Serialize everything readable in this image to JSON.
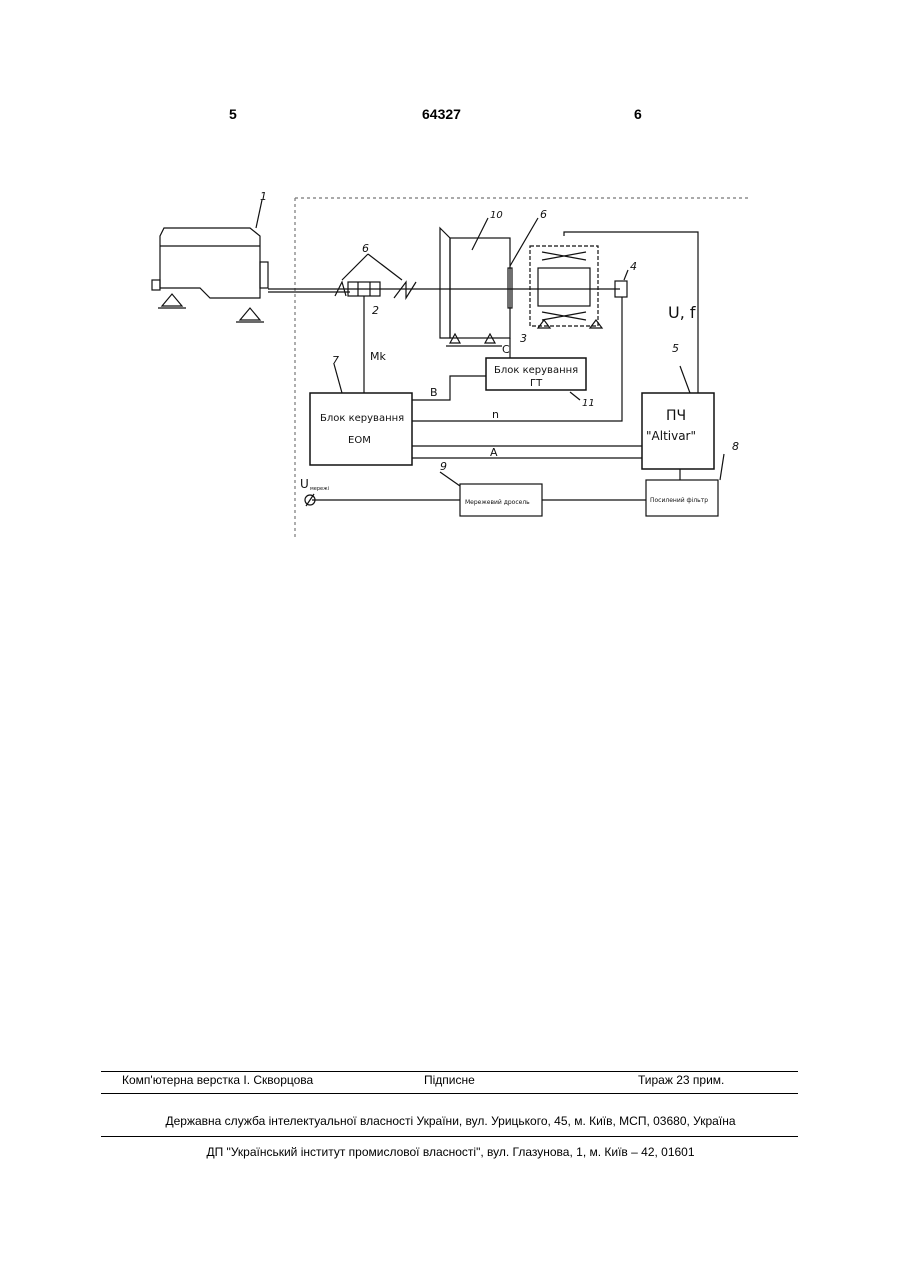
{
  "header": {
    "page_left": "5",
    "patent_number": "64327",
    "page_right": "6"
  },
  "figure": {
    "labels": {
      "n1": "1",
      "n6a": "6",
      "n10": "10",
      "n6b": "6",
      "n4": "4",
      "n2": "2",
      "n3": "3",
      "n7": "7",
      "n5": "5",
      "n11": "11",
      "n8": "8",
      "n9": "9",
      "mk": "Mk",
      "c": "C",
      "b": "B",
      "n": "n",
      "a": "A",
      "uf": "U, f",
      "u_sym": "U",
      "u_sub": "мережі"
    },
    "blocks": {
      "gt_line1": "Блок керування",
      "gt_line2": "ГТ",
      "eom_line1": "Блок керування",
      "eom_line2": "ЕОМ",
      "pch_line1": "ПЧ",
      "pch_line2": "\"Altivar\"",
      "choke": "Мережевий дросель",
      "filter": "Посилений фільтр"
    }
  },
  "footer": {
    "layout": "Комп'ютерна верстка І. Скворцова",
    "signed": "Підписне",
    "print_run": "Тираж 23 прим.",
    "service": "Державна служба інтелектуальної власності України, вул. Урицького, 45, м. Київ, МСП, 03680, Україна",
    "institute": "ДП \"Український інститут промислової власності\", вул. Глазунова, 1, м. Київ – 42, 01601"
  }
}
